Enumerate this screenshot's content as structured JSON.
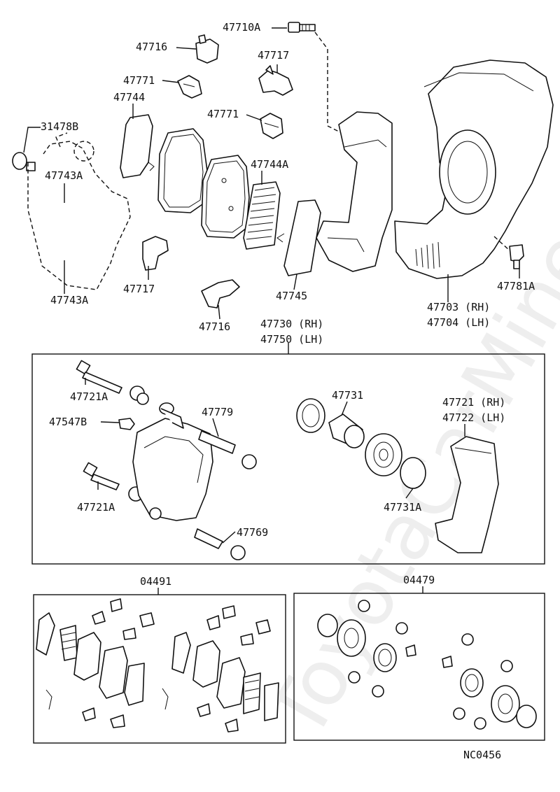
{
  "diagram_code": "NC0456",
  "watermark": "ToyotaCarMine.com",
  "labels": {
    "l47710A": "47710A",
    "l47716a": "47716",
    "l47717a": "47717",
    "l47771a": "47771",
    "l47744": "47744",
    "l47771b": "47771",
    "l31478B": "31478B",
    "l47743Aa": "47743A",
    "l47744A": "47744A",
    "l47717b": "47717",
    "l47743Ab": "47743A",
    "l47716b": "47716",
    "l47745": "47745",
    "l47703": "47703 (RH)",
    "l47704": "47704 (LH)",
    "l47781A": "47781A",
    "l47730": "47730 (RH)",
    "l47750": "47750 (LH)",
    "l47721Aa": "47721A",
    "l47547B": "47547B",
    "l47779": "47779",
    "l47731": "47731",
    "l47721": "47721 (RH)",
    "l47722": "47722 (LH)",
    "l47721Ab": "47721A",
    "l47731A": "47731A",
    "l47769": "47769",
    "l04491": "04491",
    "l04479": "04479"
  }
}
